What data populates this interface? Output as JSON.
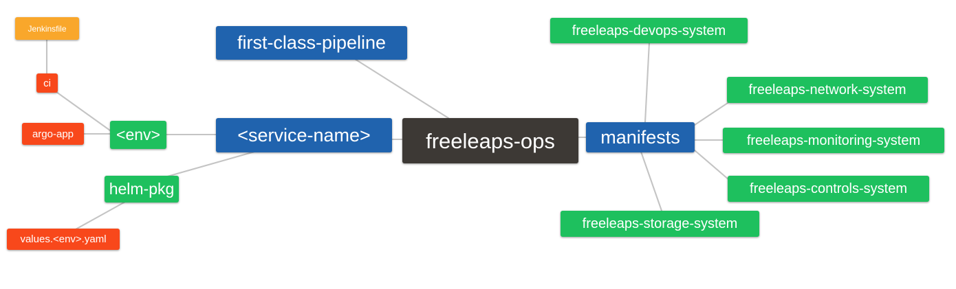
{
  "diagram": {
    "type": "mindmap",
    "root_label": "freeleaps-ops",
    "background": "#ffffff",
    "edge_color": "#c4c4c4",
    "palette": {
      "root": "#3d3935",
      "blue": "#2063ae",
      "green": "#1ec05e",
      "orange": "#f9a72b",
      "red": "#f8481b",
      "text": "#ffffff"
    }
  },
  "nodes": {
    "root": {
      "label": "freeleaps-ops"
    },
    "service_name": {
      "label": "<service-name>"
    },
    "first_class_pipeline": {
      "label": "first-class-pipeline"
    },
    "manifests": {
      "label": "manifests"
    },
    "env": {
      "label": "<env>"
    },
    "ci": {
      "label": "ci"
    },
    "jenkinsfile": {
      "label": "Jenkinsfile"
    },
    "argo_app": {
      "label": "argo-app"
    },
    "helm_pkg": {
      "label": "helm-pkg"
    },
    "values_yaml": {
      "label": "values.<env>.yaml"
    },
    "devops_system": {
      "label": "freeleaps-devops-system"
    },
    "network_system": {
      "label": "freeleaps-network-system"
    },
    "monitoring_system": {
      "label": "freeleaps-monitoring-system"
    },
    "controls_system": {
      "label": "freeleaps-controls-system"
    },
    "storage_system": {
      "label": "freeleaps-storage-system"
    }
  },
  "edges": [
    {
      "from": "jenkinsfile",
      "to": "ci"
    },
    {
      "from": "ci",
      "to": "env"
    },
    {
      "from": "argo_app",
      "to": "env"
    },
    {
      "from": "env",
      "to": "service_name"
    },
    {
      "from": "values_yaml",
      "to": "helm_pkg"
    },
    {
      "from": "helm_pkg",
      "to": "service_name"
    },
    {
      "from": "service_name",
      "to": "root"
    },
    {
      "from": "first_class_pipeline",
      "to": "root"
    },
    {
      "from": "root",
      "to": "manifests"
    },
    {
      "from": "manifests",
      "to": "devops_system"
    },
    {
      "from": "manifests",
      "to": "network_system"
    },
    {
      "from": "manifests",
      "to": "monitoring_system"
    },
    {
      "from": "manifests",
      "to": "controls_system"
    },
    {
      "from": "manifests",
      "to": "storage_system"
    }
  ]
}
